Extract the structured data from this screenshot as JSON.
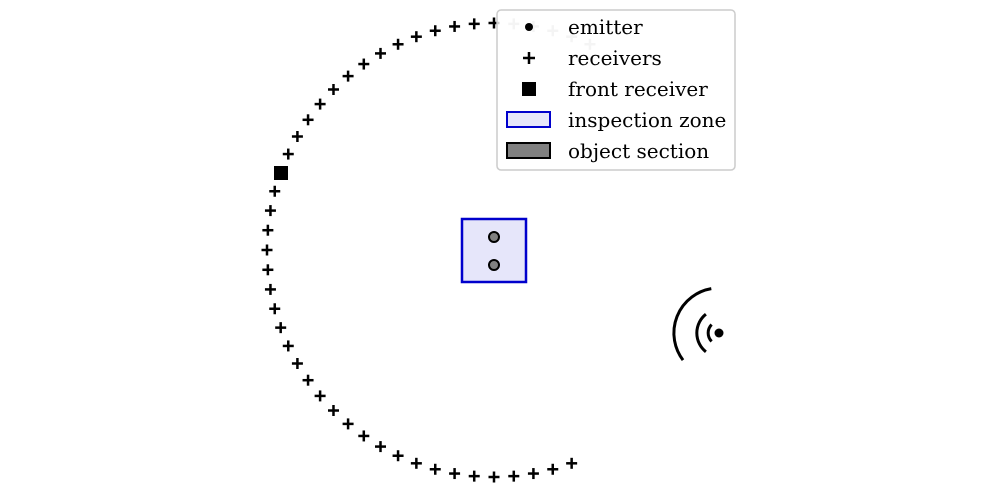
{
  "legend": {
    "items": [
      {
        "key": "emitter",
        "label": "emitter"
      },
      {
        "key": "receivers",
        "label": "receivers"
      },
      {
        "key": "front_receiver",
        "label": "front receiver"
      },
      {
        "key": "inspection_zone",
        "label": "inspection zone"
      },
      {
        "key": "object_section",
        "label": "object section"
      }
    ]
  },
  "colors": {
    "marker": "#000000",
    "zone_edge": "#0000cc",
    "zone_fill": "#e6e6fa",
    "object_fill": "#808080",
    "legend_border": "#cccccc"
  },
  "receivers": {
    "count": 46,
    "arc_start_deg": -110,
    "arc_end_deg": 115
  },
  "objects": {
    "count": 2
  }
}
